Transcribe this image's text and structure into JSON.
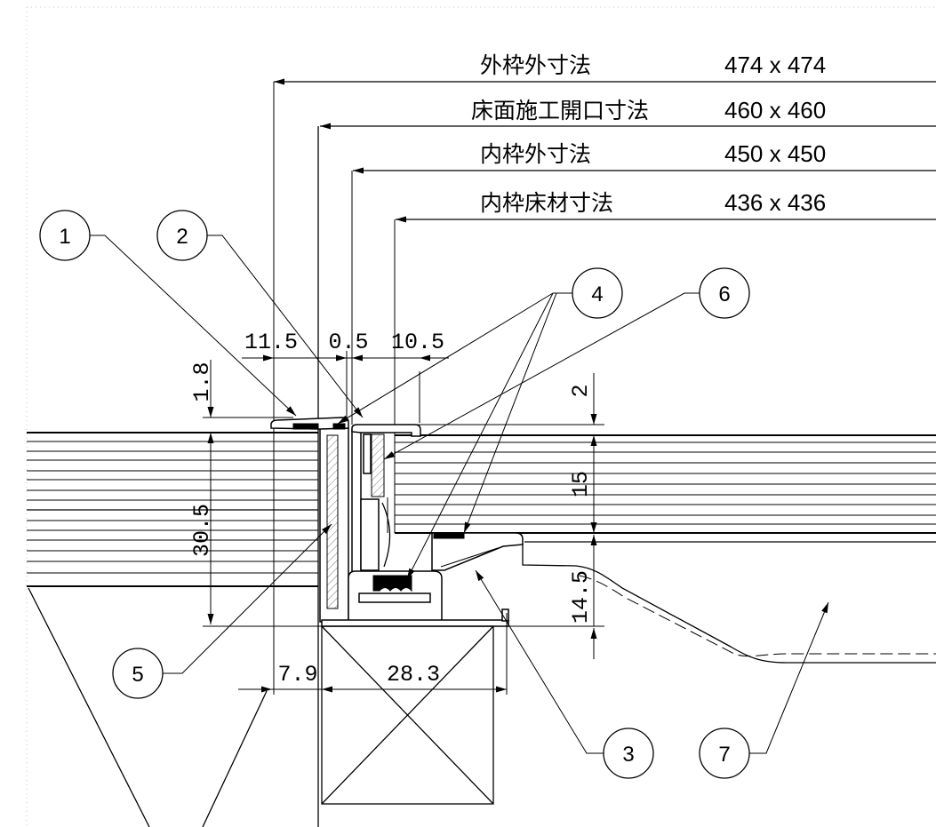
{
  "dimensions_table": [
    {
      "label": "外枠外寸法",
      "value": "474 x 474"
    },
    {
      "label": "床面施工開口寸法",
      "value": "460 x 460"
    },
    {
      "label": "内枠外寸法",
      "value": "450 x 450"
    },
    {
      "label": "内枠床材寸法",
      "value": "436 x 436"
    }
  ],
  "callouts": [
    "1",
    "2",
    "3",
    "4",
    "5",
    "6",
    "7"
  ],
  "dimension_labels": {
    "d11_5": "11.5",
    "d0_5": "0.5",
    "d10_5": "10.5",
    "d1_8": "1.8",
    "d30_5": "30.5",
    "d2": "2",
    "d15": "15",
    "d14_5": "14.5",
    "d7_9": "7.9",
    "d28_3": "28.3"
  },
  "colors": {
    "line": "#000000",
    "hatch": "#777777",
    "background": "#ffffff",
    "border_dots": "#c8c8c8"
  }
}
